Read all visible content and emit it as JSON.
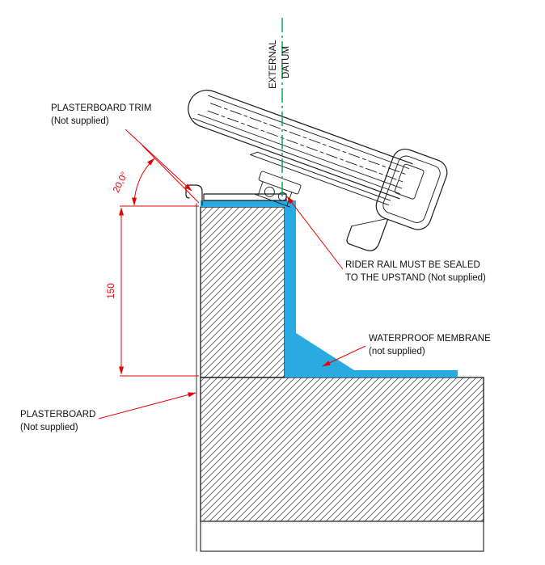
{
  "labels": {
    "plasterboard_trim": {
      "line1": "PLASTERBOARD TRIM",
      "line2": "(Not supplied)"
    },
    "external_datum": {
      "line1": "EXTERNAL",
      "line2": "DATUM"
    },
    "rider_rail": {
      "line1": "RIDER RAIL MUST BE SEALED",
      "line2": "TO THE UPSTAND (Not supplied)"
    },
    "waterproof_membrane": {
      "line1": "WATERPROOF MEMBRANE",
      "line2": "(not supplied)"
    },
    "plasterboard": {
      "line1": "PLASTERBOARD",
      "line2": "(Not supplied)"
    }
  },
  "dimensions": {
    "angle": "20,0°",
    "upstand_height": "150"
  },
  "colors": {
    "membrane": "#29abe2",
    "datum_line": "#00a14b",
    "dimension_red": "#e80000",
    "line_black": "#1a1a1a"
  }
}
